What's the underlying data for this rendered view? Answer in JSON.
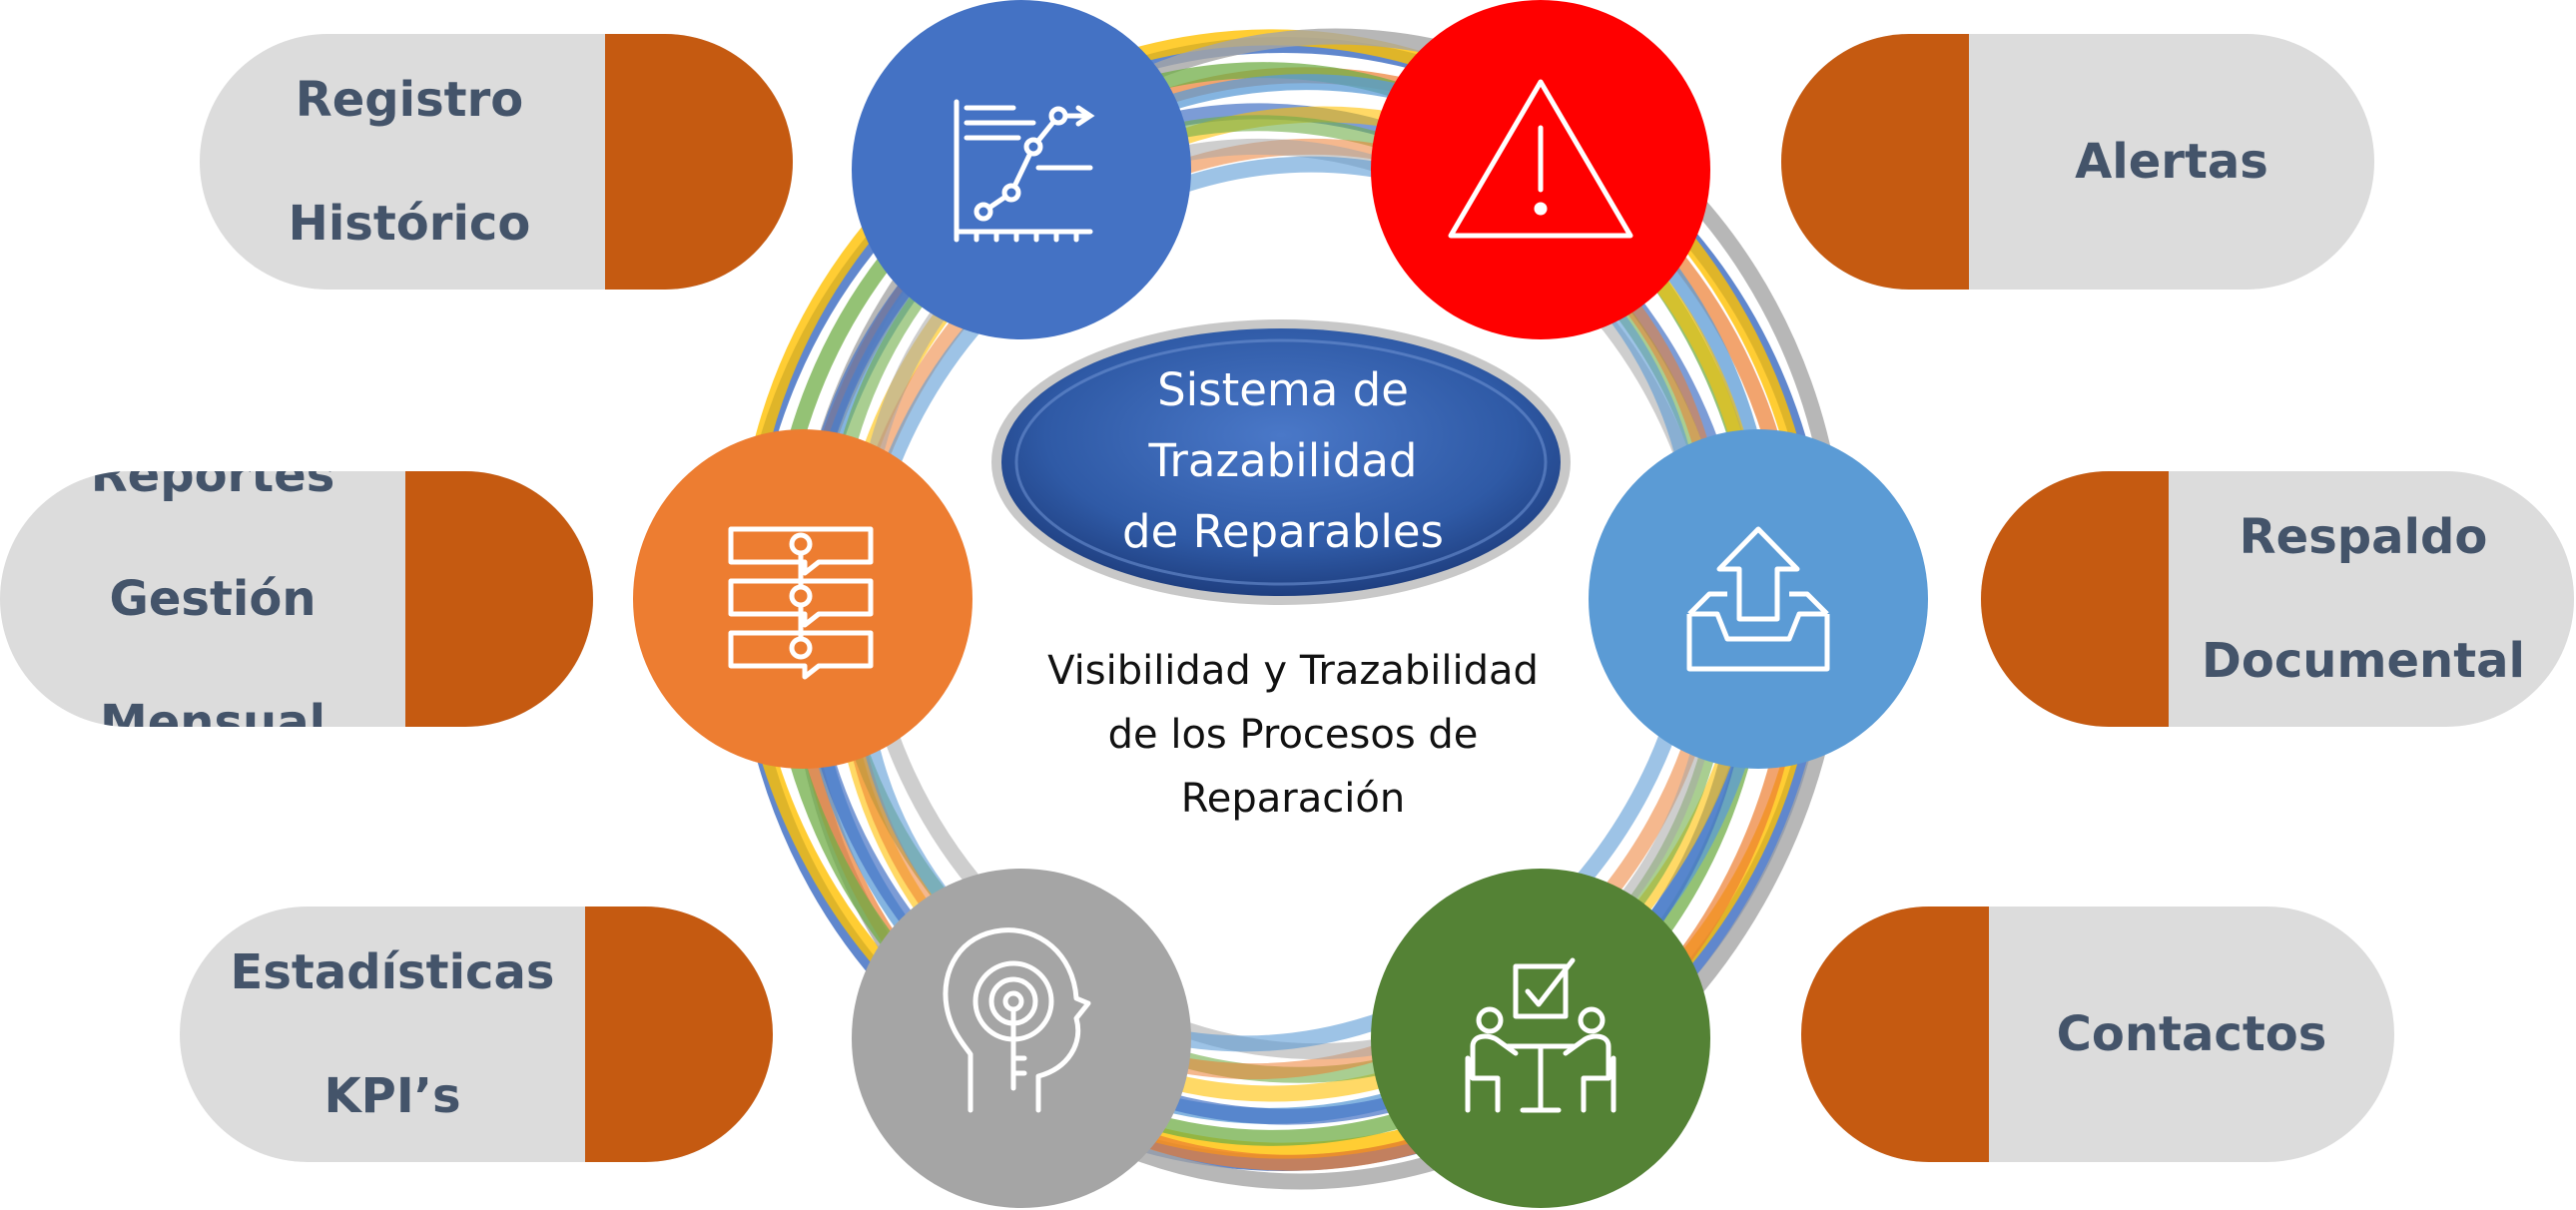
{
  "center": {
    "title_lines": [
      "Sistema de",
      "Trazabilidad",
      "de Reparables"
    ],
    "subtitle_lines": [
      "Visibilidad y Trazabilidad",
      "de los Procesos de",
      "Reparación"
    ]
  },
  "boxes": {
    "registro": {
      "lines": [
        "Registro",
        "Histórico"
      ]
    },
    "alertas": {
      "lines": [
        "Alertas"
      ]
    },
    "reportes": {
      "lines": [
        "Reportes",
        "Gestión",
        "Mensual"
      ]
    },
    "respaldo": {
      "lines": [
        "Respaldo",
        "Documental"
      ]
    },
    "estadisticas": {
      "lines": [
        "Estadísticas",
        "KPI’s"
      ]
    },
    "contactos": {
      "lines": [
        "Contactos"
      ]
    }
  },
  "nodes": [
    {
      "id": "registro",
      "icon": "line-chart-icon",
      "color": "#4472c4"
    },
    {
      "id": "alertas",
      "icon": "warning-triangle-icon",
      "color": "#ff0000"
    },
    {
      "id": "reportes",
      "icon": "flowchart-list-icon",
      "color": "#ed7d31"
    },
    {
      "id": "respaldo",
      "icon": "upload-tray-icon",
      "color": "#5b9bd5"
    },
    {
      "id": "estadisticas",
      "icon": "head-key-icon",
      "color": "#a5a5a5"
    },
    {
      "id": "contactos",
      "icon": "meeting-table-icon",
      "color": "#548235"
    }
  ],
  "colors": {
    "pill_background": "#dcdcdc",
    "pill_tab": "#c55a11",
    "pill_text": "#44546a",
    "ellipse_fill": "#3a62a8",
    "ring_colors": [
      "#4472c4",
      "#ffc000",
      "#70ad47",
      "#ed7d31",
      "#a5a5a5",
      "#5b9bd5"
    ]
  }
}
